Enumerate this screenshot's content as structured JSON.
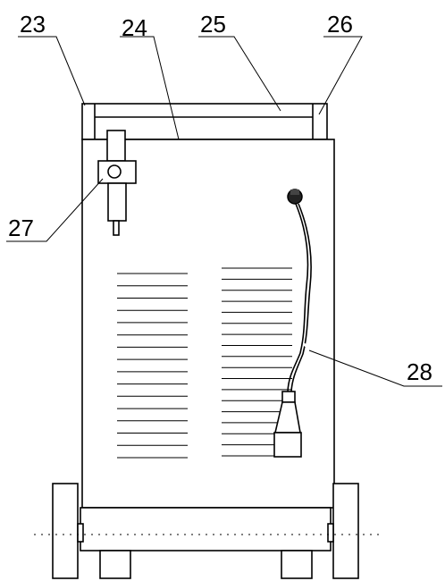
{
  "labels": {
    "l23": "23",
    "l24": "24",
    "l25": "25",
    "l26": "26",
    "l27": "27",
    "l28": "28"
  },
  "vents": {
    "left_count": 16,
    "right_count": 18
  }
}
